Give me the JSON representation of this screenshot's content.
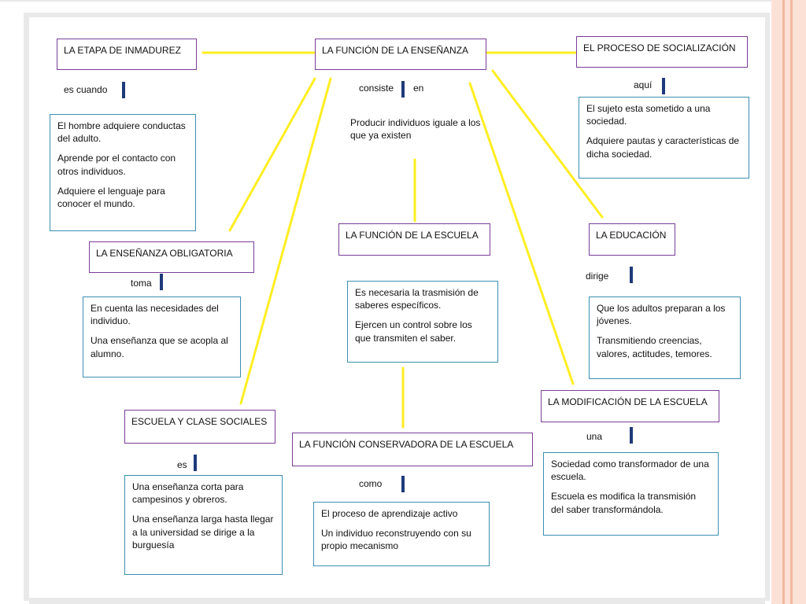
{
  "titles": {
    "inmadurez": "LA ETAPA DE INMADUREZ",
    "ensenanza": "LA FUNCIÓN DE  LA ENSEÑANZA",
    "socializacion": "EL PROCESO DE SOCIALIZACIÓN",
    "obligatoria": "LA ENSEÑANZA OBLIGATORIA",
    "escuela": "LA FUNCIÓN DE LA ESCUELA",
    "educacion": "LA EDUCACIÓN",
    "modificacion": "LA MODIFICACIÓN DE LA ESCUELA",
    "clases": "ESCUELA Y CLASE SOCIALES",
    "conservadora": "LA FUNCIÓN CONSERVADORA DE LA ESCUELA"
  },
  "connectors": {
    "es_cuando": "es cuando",
    "consiste": "consiste",
    "en": "en",
    "aqui": "aquí",
    "toma": "toma",
    "dirige": "dirige",
    "una": "una",
    "es": "es",
    "como": "como"
  },
  "details": {
    "inmadurez": [
      "El hombre adquiere conductas del adulto.",
      "Aprende por el contacto con otros individuos.",
      "Adquiere el lenguaje para conocer el mundo."
    ],
    "ensenanza": "Producir individuos  iguale a los que ya existen",
    "socializacion": [
      "El sujeto esta sometido a una sociedad.",
      "Adquiere pautas y características de dicha sociedad."
    ],
    "obligatoria": [
      "En cuenta las necesidades del individuo.",
      "Una enseñanza que se acopla al alumno."
    ],
    "escuela": [
      "Es necesaria la trasmisión de saberes específicos.",
      "Ejercen un control sobre los que transmiten el saber."
    ],
    "educacion": [
      "Que los adultos preparan a los jóvenes.",
      "Transmitiendo creencias, valores, actitudes, temores."
    ],
    "modificacion": [
      "Sociedad  como transformador de una escuela.",
      "Escuela es modifica la transmisión del saber transformándola."
    ],
    "clases": [
      "Una enseñanza corta para campesinos y obreros.",
      "Una enseñanza larga hasta llegar a la universidad se dirige a la burguesía"
    ],
    "conservadora": [
      "El proceso de aprendizaje activo",
      "Un individuo  reconstruyendo con su propio mecanismo"
    ]
  },
  "colors": {
    "connector_line": "#ffee22",
    "title_border": "#7a3d98",
    "detail_border": "#3b8fb0",
    "connector_bar": "#1f3a7a"
  }
}
